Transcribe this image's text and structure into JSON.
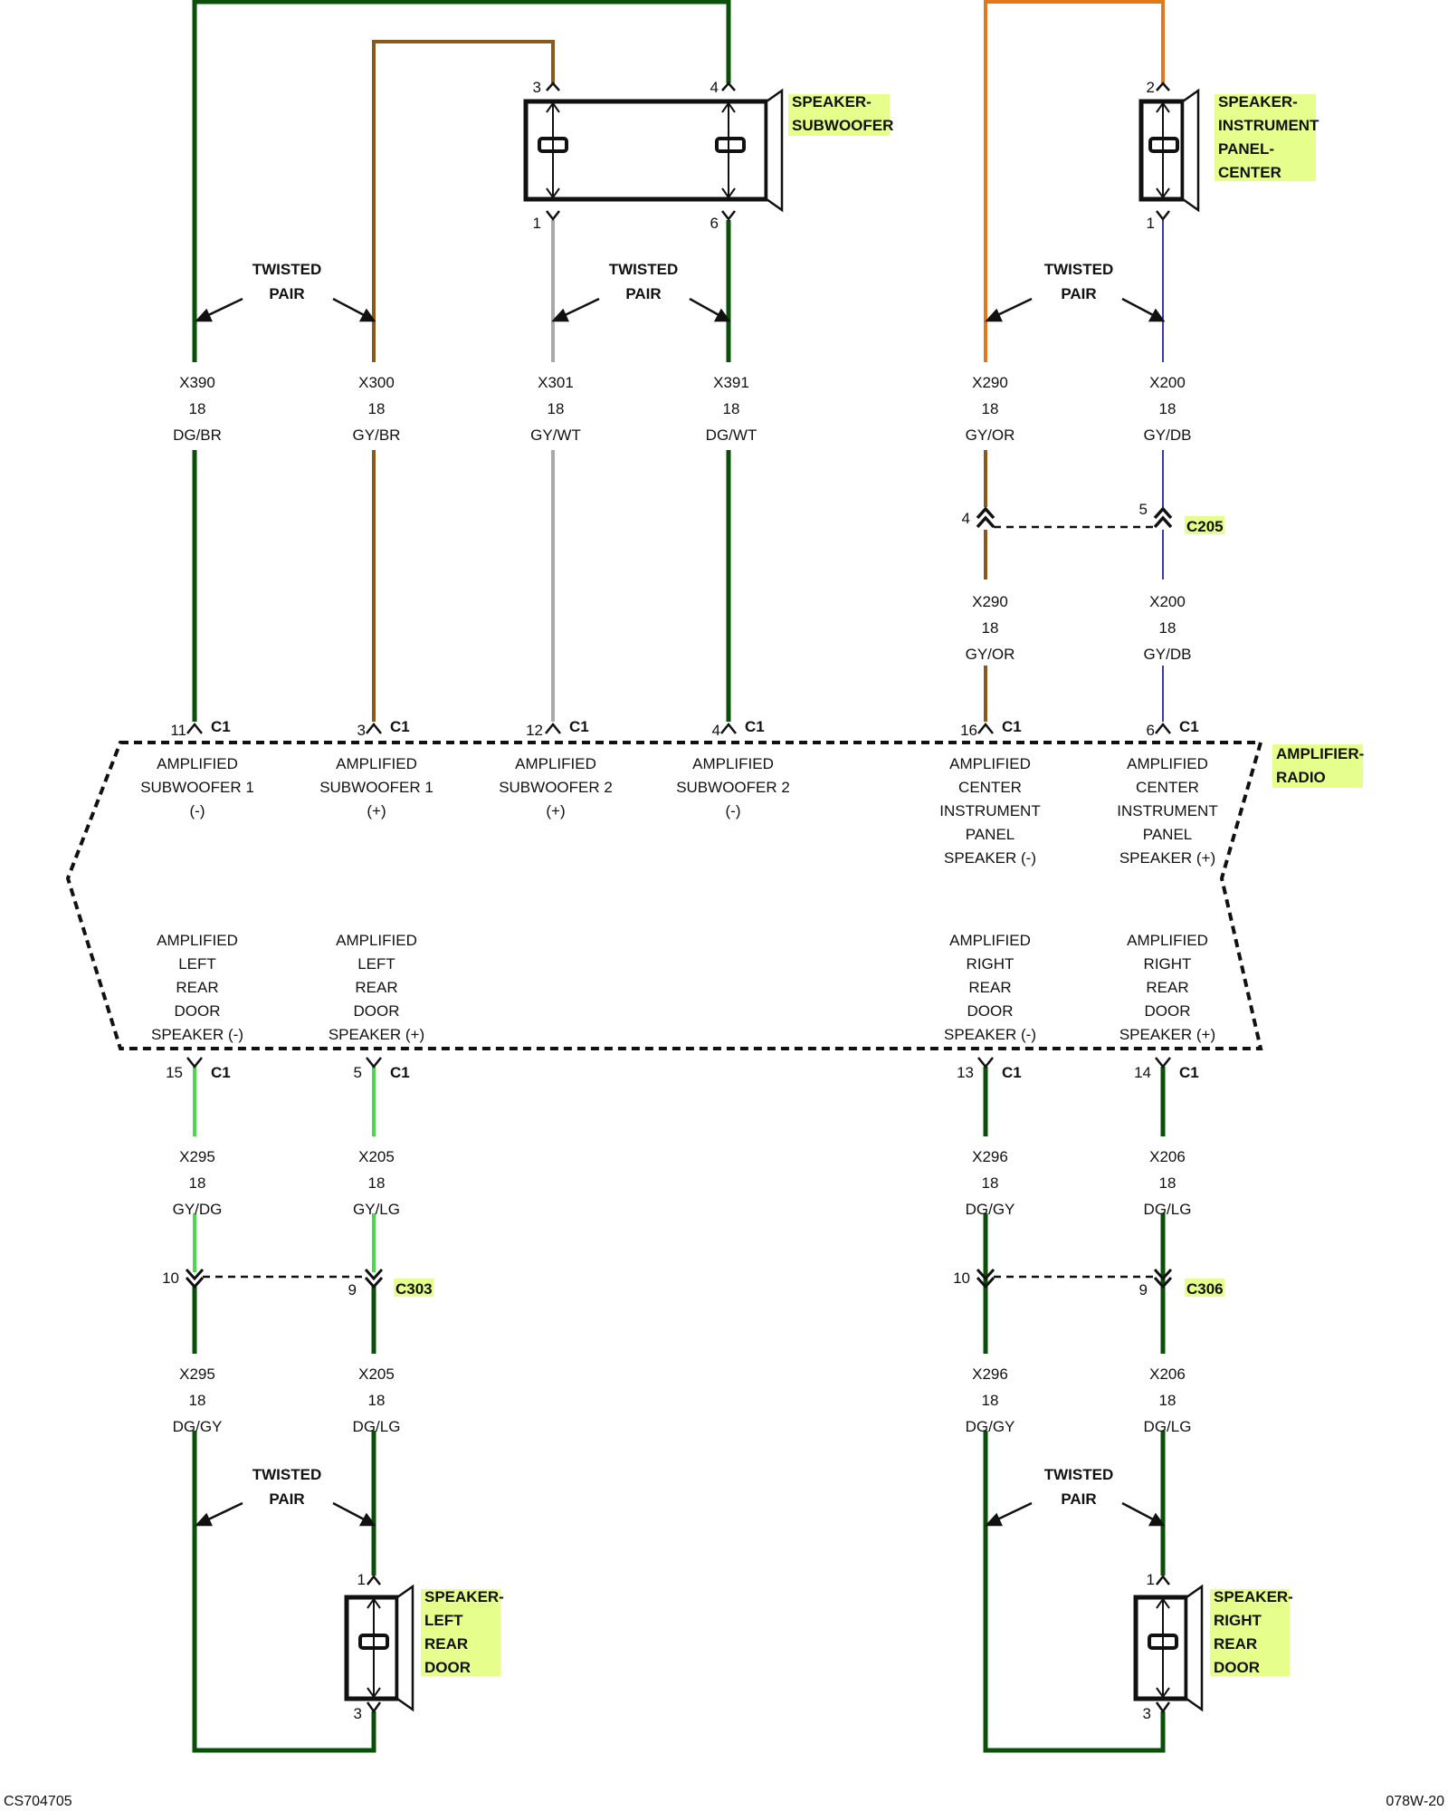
{
  "twisted_pair_label": [
    "TWISTED",
    "PAIR"
  ],
  "wires": {
    "x390": {
      "circuit": "X390",
      "gauge": "18",
      "color": "DG/BR"
    },
    "x300": {
      "circuit": "X300",
      "gauge": "18",
      "color": "GY/BR"
    },
    "x301": {
      "circuit": "X301",
      "gauge": "18",
      "color": "GY/WT"
    },
    "x391": {
      "circuit": "X391",
      "gauge": "18",
      "color": "DG/WT"
    },
    "x290_top": {
      "circuit": "X290",
      "gauge": "18",
      "color": "GY/OR"
    },
    "x200_top": {
      "circuit": "X200",
      "gauge": "18",
      "color": "GY/DB"
    },
    "x290_mid": {
      "circuit": "X290",
      "gauge": "18",
      "color": "GY/OR"
    },
    "x200_mid": {
      "circuit": "X200",
      "gauge": "18",
      "color": "GY/DB"
    },
    "x295_up": {
      "circuit": "X295",
      "gauge": "18",
      "color": "GY/DG"
    },
    "x205_up": {
      "circuit": "X205",
      "gauge": "18",
      "color": "GY/LG"
    },
    "x296_up": {
      "circuit": "X296",
      "gauge": "18",
      "color": "DG/GY"
    },
    "x206_up": {
      "circuit": "X206",
      "gauge": "18",
      "color": "DG/LG"
    },
    "x295_low": {
      "circuit": "X295",
      "gauge": "18",
      "color": "DG/GY"
    },
    "x205_low": {
      "circuit": "X205",
      "gauge": "18",
      "color": "DG/LG"
    },
    "x296_low": {
      "circuit": "X296",
      "gauge": "18",
      "color": "DG/GY"
    },
    "x206_low": {
      "circuit": "X206",
      "gauge": "18",
      "color": "DG/LG"
    }
  },
  "components": {
    "speaker_subwoofer": [
      "SPEAKER-",
      "SUBWOOFER"
    ],
    "speaker_ip_center": [
      "SPEAKER-",
      "INSTRUMENT",
      "PANEL-",
      "CENTER"
    ],
    "amplifier_radio": [
      "AMPLIFIER-",
      "RADIO"
    ],
    "speaker_left_rear_door": [
      "SPEAKER-",
      "LEFT",
      "REAR",
      "DOOR"
    ],
    "speaker_right_rear_door": [
      "SPEAKER-",
      "RIGHT",
      "REAR",
      "DOOR"
    ]
  },
  "connectors": {
    "c1": "C1",
    "c205": "C205",
    "c303": "C303",
    "c306": "C306"
  },
  "pins": {
    "sub_3": "3",
    "sub_4": "4",
    "sub_1": "1",
    "sub_6": "6",
    "ipc_2": "2",
    "ipc_1": "1",
    "c205_4": "4",
    "c205_5": "5",
    "c1_11": "11",
    "c1_3": "3",
    "c1_12": "12",
    "c1_4": "4",
    "c1_16": "16",
    "c1_6": "6",
    "c1_15": "15",
    "c1_5": "5",
    "c1_13": "13",
    "c1_14": "14",
    "c303_10": "10",
    "c303_9": "9",
    "c306_10": "10",
    "c306_9": "9",
    "lrd_1": "1",
    "lrd_3": "3",
    "rrd_1": "1",
    "rrd_3": "3"
  },
  "amp_inputs": {
    "sub1_neg": [
      "AMPLIFIED",
      "SUBWOOFER 1",
      "(-)"
    ],
    "sub1_pos": [
      "AMPLIFIED",
      "SUBWOOFER 1",
      "(+)"
    ],
    "sub2_pos": [
      "AMPLIFIED",
      "SUBWOOFER 2",
      "(+)"
    ],
    "sub2_neg": [
      "AMPLIFIED",
      "SUBWOOFER 2",
      "(-)"
    ],
    "ctr_neg": [
      "AMPLIFIED",
      "CENTER",
      "INSTRUMENT",
      "PANEL",
      "SPEAKER (-)"
    ],
    "ctr_pos": [
      "AMPLIFIED",
      "CENTER",
      "INSTRUMENT",
      "PANEL",
      "SPEAKER (+)"
    ],
    "lr_neg": [
      "AMPLIFIED",
      "LEFT",
      "REAR",
      "DOOR",
      "SPEAKER (-)"
    ],
    "lr_pos": [
      "AMPLIFIED",
      "LEFT",
      "REAR",
      "DOOR",
      "SPEAKER (+)"
    ],
    "rr_neg": [
      "AMPLIFIED",
      "RIGHT",
      "REAR",
      "DOOR",
      "SPEAKER (-)"
    ],
    "rr_pos": [
      "AMPLIFIED",
      "RIGHT",
      "REAR",
      "DOOR",
      "SPEAKER (+)"
    ]
  },
  "footer": {
    "left": "CS704705",
    "right": "078W-20"
  },
  "wire_colors": {
    "dark_green": "#0a4f0a",
    "light_green": "#4fd64f",
    "brown": "#8a5a1a",
    "gray": "#aaaaaa",
    "orange": "#e0781e",
    "dark_blue": "#3a3aa8",
    "highlight": "#e6ff8c"
  }
}
